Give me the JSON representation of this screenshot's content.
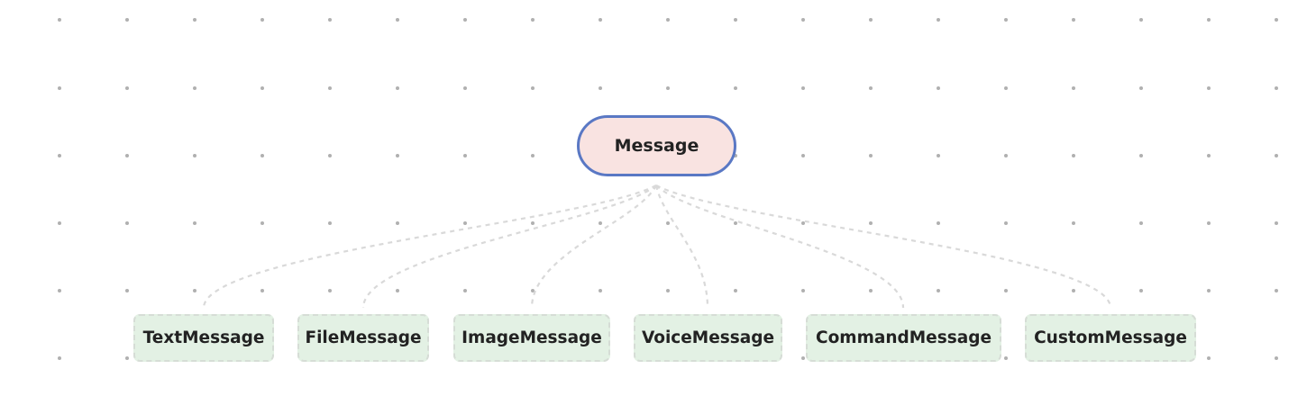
{
  "root": {
    "label": "Message",
    "fill": "#f9e3e1",
    "stroke": "#5a78c4"
  },
  "children": [
    {
      "label": "TextMessage"
    },
    {
      "label": "FileMessage"
    },
    {
      "label": "ImageMessage"
    },
    {
      "label": "VoiceMessage"
    },
    {
      "label": "CommandMessage"
    },
    {
      "label": "CustomMessage"
    }
  ],
  "edge_style": "dashed"
}
